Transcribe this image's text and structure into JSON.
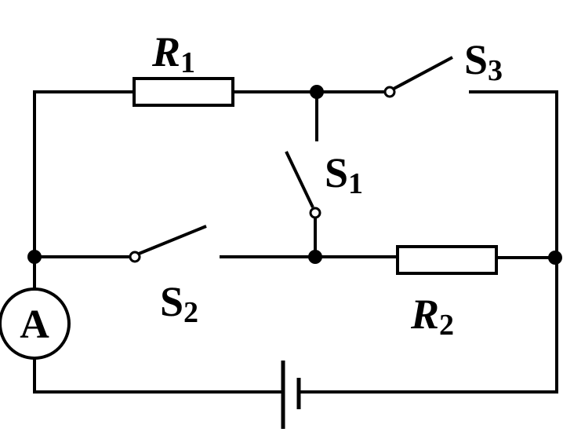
{
  "components": {
    "r1": {
      "symbol": "R",
      "subscript": "1"
    },
    "r2": {
      "symbol": "R",
      "subscript": "2"
    },
    "s1": {
      "symbol": "S",
      "subscript": "1"
    },
    "s2": {
      "symbol": "S",
      "subscript": "2"
    },
    "s3": {
      "symbol": "S",
      "subscript": "3"
    },
    "ammeter": {
      "symbol": "A"
    }
  },
  "colors": {
    "line": "#000000",
    "background": "#ffffff"
  }
}
